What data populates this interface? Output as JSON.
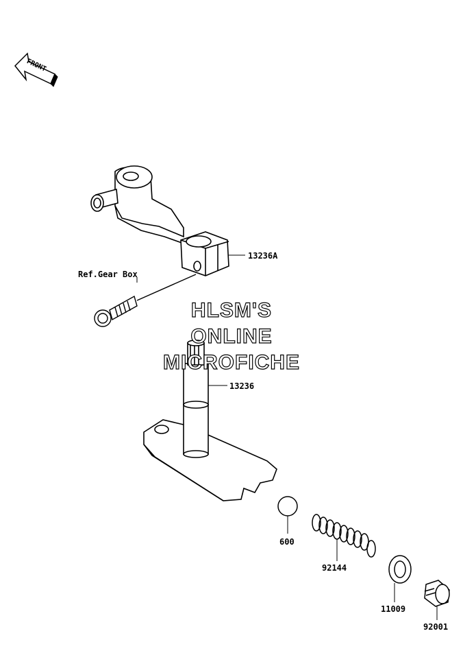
{
  "arrow": {
    "text": "FRONT"
  },
  "watermark": {
    "line1": "HLSM'S",
    "line2": "ONLINE",
    "line3": "MICROFICHE"
  },
  "callouts": {
    "ref": "Ref.Gear Box",
    "p13236A": "13236A",
    "p13236": "13236",
    "p600": "600",
    "p92144": "92144",
    "p11009": "11009",
    "p92001": "92001"
  }
}
